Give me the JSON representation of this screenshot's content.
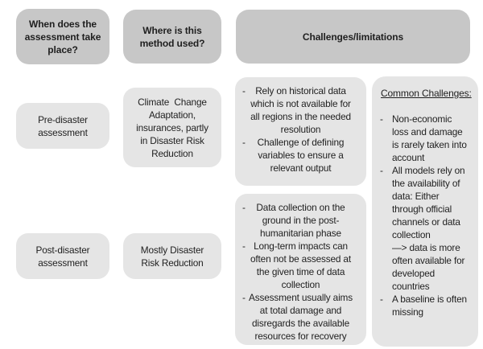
{
  "bullet_char": "-",
  "colors": {
    "header_bg": "#c7c7c7",
    "cell_bg": "#e5e5e5",
    "text": "#1f1f1f",
    "background": "#ffffff"
  },
  "headers": {
    "when": "When does the\nassessment take\nplace?",
    "where": "Where is this\nmethod used?",
    "challenges": "Challenges/limitations"
  },
  "rows": {
    "pre": {
      "when": "Pre-disaster\nassessment",
      "where": "Climate  Change\nAdaptation,\ninsurances, partly\nin Disaster Risk\nReduction",
      "challenges": [
        "Rely on historical data\nwhich is not available for\nall regions in the needed\nresolution",
        "Challenge of defining\nvariables to ensure a\nrelevant output"
      ]
    },
    "post": {
      "when": "Post-disaster\nassessment",
      "where": "Mostly Disaster\nRisk Reduction",
      "challenges": [
        "Data collection on the\nground in the post-\nhumanitarian phase",
        "Long-term impacts can\noften not be assessed at\nthe given time of data\ncollection",
        "Assessment usually aims\nat total damage and\ndisregards the available\nresources for recovery"
      ]
    }
  },
  "common_challenges": {
    "title": "Common Challenges:",
    "items": [
      "Non-economic\nloss and damage\nis rarely taken into\naccount",
      "All models rely on\nthe availability of\ndata: Either\nthrough official\nchannels or data\ncollection\n—> data is more\noften available for\ndeveloped\ncountries",
      "A baseline is often\nmissing"
    ]
  }
}
